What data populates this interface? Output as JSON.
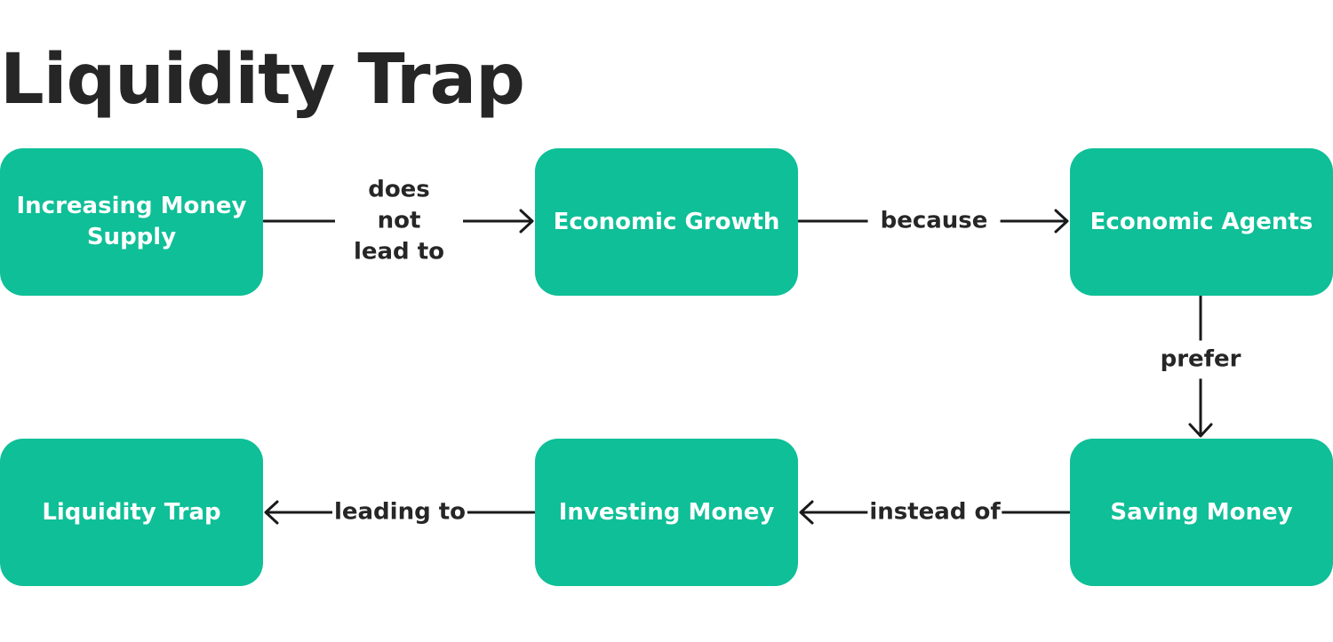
{
  "title": "Liquidity Trap",
  "colors": {
    "node_fill": "#0ebf97",
    "node_text": "#ffffff",
    "text": "#262626",
    "line": "#1a1a1a",
    "background": "#ffffff"
  },
  "nodes": [
    {
      "id": "n1",
      "label": "Increasing Money Supply"
    },
    {
      "id": "n2",
      "label": "Economic Growth"
    },
    {
      "id": "n3",
      "label": "Economic Agents"
    },
    {
      "id": "n4",
      "label": "Saving Money"
    },
    {
      "id": "n5",
      "label": "Investing Money"
    },
    {
      "id": "n6",
      "label": "Liquidity Trap"
    }
  ],
  "edges": [
    {
      "from": "n1",
      "to": "n2",
      "label": "does not lead to"
    },
    {
      "from": "n2",
      "to": "n3",
      "label": "because"
    },
    {
      "from": "n3",
      "to": "n4",
      "label": "prefer"
    },
    {
      "from": "n4",
      "to": "n5",
      "label": "instead of"
    },
    {
      "from": "n5",
      "to": "n6",
      "label": "leading to"
    }
  ]
}
